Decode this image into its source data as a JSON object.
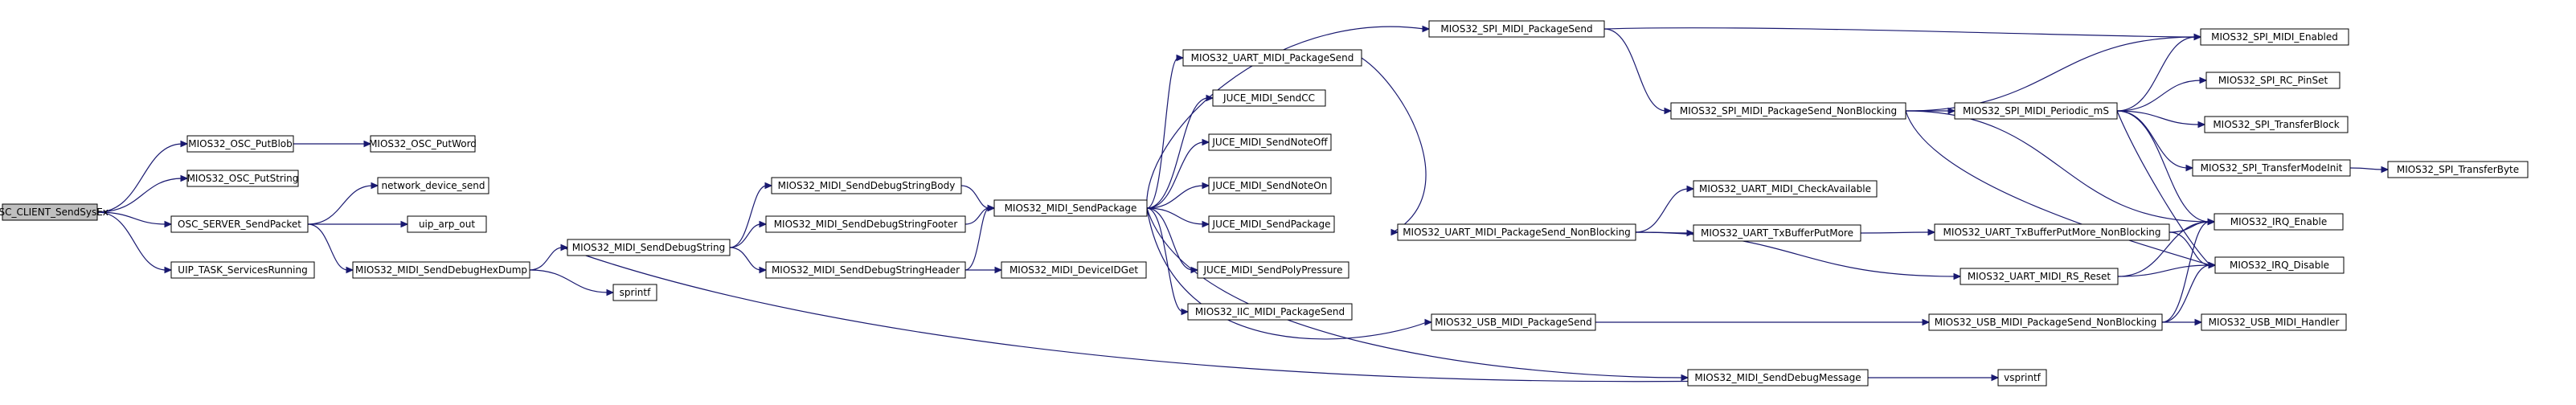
{
  "graph": {
    "colors": {
      "edge": "#191970",
      "node_fill": "#ffffff",
      "root_fill": "#bfbfbf",
      "node_border": "#000000"
    },
    "nodes": [
      {
        "id": "osc_client",
        "label": "OSC_CLIENT_SendSysEx",
        "root": true
      },
      {
        "id": "osc_putblob",
        "label": "MIOS32_OSC_PutBlob"
      },
      {
        "id": "osc_putstring",
        "label": "MIOS32_OSC_PutString"
      },
      {
        "id": "osc_server",
        "label": "OSC_SERVER_SendPacket"
      },
      {
        "id": "uip_task",
        "label": "UIP_TASK_ServicesRunning"
      },
      {
        "id": "osc_putword",
        "label": "MIOS32_OSC_PutWord"
      },
      {
        "id": "network_send",
        "label": "network_device_send"
      },
      {
        "id": "uip_arp_out",
        "label": "uip_arp_out"
      },
      {
        "id": "debug_hexdump",
        "label": "MIOS32_MIDI_SendDebugHexDump"
      },
      {
        "id": "debug_string",
        "label": "MIOS32_MIDI_SendDebugString"
      },
      {
        "id": "sprintf",
        "label": "sprintf"
      },
      {
        "id": "debug_body",
        "label": "MIOS32_MIDI_SendDebugStringBody"
      },
      {
        "id": "debug_footer",
        "label": "MIOS32_MIDI_SendDebugStringFooter"
      },
      {
        "id": "debug_header",
        "label": "MIOS32_MIDI_SendDebugStringHeader"
      },
      {
        "id": "send_package",
        "label": "MIOS32_MIDI_SendPackage"
      },
      {
        "id": "device_id_get",
        "label": "MIOS32_MIDI_DeviceIDGet"
      },
      {
        "id": "uart_package_send",
        "label": "MIOS32_UART_MIDI_PackageSend"
      },
      {
        "id": "juce_cc",
        "label": "JUCE_MIDI_SendCC"
      },
      {
        "id": "juce_noteoff",
        "label": "JUCE_MIDI_SendNoteOff"
      },
      {
        "id": "juce_noteon",
        "label": "JUCE_MIDI_SendNoteOn"
      },
      {
        "id": "juce_package",
        "label": "JUCE_MIDI_SendPackage"
      },
      {
        "id": "juce_polypressure",
        "label": "JUCE_MIDI_SendPolyPressure"
      },
      {
        "id": "iic_package_send",
        "label": "MIOS32_IIC_MIDI_PackageSend"
      },
      {
        "id": "spi_package_send",
        "label": "MIOS32_SPI_MIDI_PackageSend"
      },
      {
        "id": "spi_nonblocking",
        "label": "MIOS32_SPI_MIDI_PackageSend_NonBlocking"
      },
      {
        "id": "uart_nonblocking",
        "label": "MIOS32_UART_MIDI_PackageSend_NonBlocking"
      },
      {
        "id": "usb_package_send",
        "label": "MIOS32_USB_MIDI_PackageSend"
      },
      {
        "id": "send_debug_message",
        "label": "MIOS32_MIDI_SendDebugMessage"
      },
      {
        "id": "uart_check_available",
        "label": "MIOS32_UART_MIDI_CheckAvailable"
      },
      {
        "id": "uart_txbufferputmore",
        "label": "MIOS32_UART_TxBufferPutMore"
      },
      {
        "id": "spi_periodic",
        "label": "MIOS32_SPI_MIDI_Periodic_mS"
      },
      {
        "id": "uart_txbuf_nonblocking",
        "label": "MIOS32_UART_TxBufferPutMore_NonBlocking"
      },
      {
        "id": "uart_rs_reset",
        "label": "MIOS32_UART_MIDI_RS_Reset"
      },
      {
        "id": "usb_nonblocking",
        "label": "MIOS32_USB_MIDI_PackageSend_NonBlocking"
      },
      {
        "id": "vsprintf",
        "label": "vsprintf"
      },
      {
        "id": "spi_enabled",
        "label": "MIOS32_SPI_MIDI_Enabled"
      },
      {
        "id": "spi_rc_pinset",
        "label": "MIOS32_SPI_RC_PinSet"
      },
      {
        "id": "spi_transferblock",
        "label": "MIOS32_SPI_TransferBlock"
      },
      {
        "id": "spi_transfermodeinit",
        "label": "MIOS32_SPI_TransferModeInit"
      },
      {
        "id": "irq_enable",
        "label": "MIOS32_IRQ_Enable"
      },
      {
        "id": "irq_disable",
        "label": "MIOS32_IRQ_Disable"
      },
      {
        "id": "usb_handler",
        "label": "MIOS32_USB_MIDI_Handler"
      },
      {
        "id": "spi_transferbyte",
        "label": "MIOS32_SPI_TransferByte"
      }
    ],
    "edges": [
      [
        "osc_client",
        "osc_putblob"
      ],
      [
        "osc_client",
        "osc_putstring"
      ],
      [
        "osc_client",
        "osc_server"
      ],
      [
        "osc_client",
        "uip_task"
      ],
      [
        "osc_putblob",
        "osc_putword"
      ],
      [
        "osc_server",
        "network_send"
      ],
      [
        "osc_server",
        "uip_arp_out"
      ],
      [
        "osc_server",
        "debug_hexdump"
      ],
      [
        "debug_hexdump",
        "debug_string"
      ],
      [
        "debug_hexdump",
        "sprintf"
      ],
      [
        "debug_string",
        "debug_body"
      ],
      [
        "debug_string",
        "debug_footer"
      ],
      [
        "debug_string",
        "debug_header"
      ],
      [
        "debug_body",
        "send_package"
      ],
      [
        "debug_footer",
        "send_package"
      ],
      [
        "debug_header",
        "send_package"
      ],
      [
        "debug_header",
        "device_id_get"
      ],
      [
        "send_package",
        "spi_package_send"
      ],
      [
        "send_package",
        "uart_package_send"
      ],
      [
        "send_package",
        "juce_cc"
      ],
      [
        "send_package",
        "juce_noteoff"
      ],
      [
        "send_package",
        "juce_noteon"
      ],
      [
        "send_package",
        "juce_package"
      ],
      [
        "send_package",
        "juce_polypressure"
      ],
      [
        "send_package",
        "iic_package_send"
      ],
      [
        "send_package",
        "usb_package_send"
      ],
      [
        "send_package",
        "send_debug_message"
      ],
      [
        "uart_package_send",
        "uart_nonblocking"
      ],
      [
        "spi_package_send",
        "spi_enabled"
      ],
      [
        "spi_package_send",
        "spi_nonblocking"
      ],
      [
        "spi_nonblocking",
        "spi_enabled"
      ],
      [
        "spi_nonblocking",
        "spi_periodic"
      ],
      [
        "spi_nonblocking",
        "irq_enable"
      ],
      [
        "spi_nonblocking",
        "irq_disable"
      ],
      [
        "spi_periodic",
        "spi_enabled"
      ],
      [
        "spi_periodic",
        "spi_rc_pinset"
      ],
      [
        "spi_periodic",
        "spi_transferblock"
      ],
      [
        "spi_periodic",
        "spi_transfermodeinit"
      ],
      [
        "spi_periodic",
        "irq_enable"
      ],
      [
        "spi_periodic",
        "irq_disable"
      ],
      [
        "spi_transfermodeinit",
        "spi_transferbyte"
      ],
      [
        "uart_nonblocking",
        "uart_check_available"
      ],
      [
        "uart_nonblocking",
        "uart_txbufferputmore"
      ],
      [
        "uart_nonblocking",
        "uart_rs_reset"
      ],
      [
        "uart_txbufferputmore",
        "uart_txbuf_nonblocking"
      ],
      [
        "uart_txbuf_nonblocking",
        "irq_enable"
      ],
      [
        "uart_txbuf_nonblocking",
        "irq_disable"
      ],
      [
        "uart_rs_reset",
        "irq_enable"
      ],
      [
        "uart_rs_reset",
        "irq_disable"
      ],
      [
        "usb_package_send",
        "usb_nonblocking"
      ],
      [
        "usb_nonblocking",
        "irq_enable"
      ],
      [
        "usb_nonblocking",
        "irq_disable"
      ],
      [
        "usb_nonblocking",
        "usb_handler"
      ],
      [
        "send_debug_message",
        "debug_string"
      ],
      [
        "send_debug_message",
        "vsprintf"
      ]
    ]
  }
}
